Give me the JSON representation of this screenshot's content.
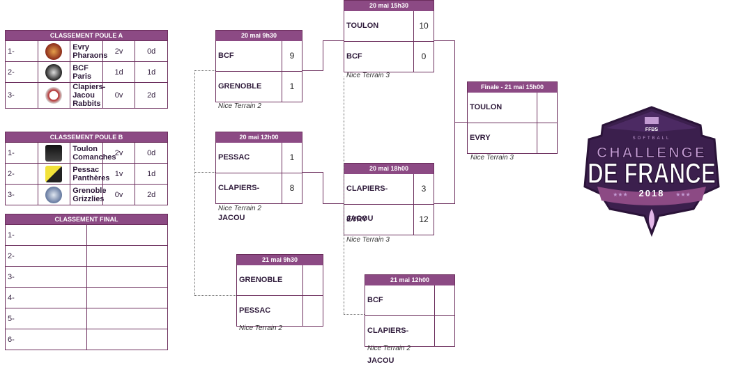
{
  "pool_a": {
    "title": "CLASSEMENT POULE A",
    "rows": [
      {
        "rank": "1-",
        "team": "Evry Pharaons",
        "w": "2v",
        "l": "0d"
      },
      {
        "rank": "2-",
        "team": "BCF Paris",
        "w": "1d",
        "l": "1d"
      },
      {
        "rank": "3-",
        "team": "Clapiers-Jacou Rabbits",
        "w": "0v",
        "l": "2d"
      }
    ]
  },
  "pool_b": {
    "title": "CLASSEMENT POULE B",
    "rows": [
      {
        "rank": "1-",
        "team": "Toulon Comanches",
        "w": "2v",
        "l": "0d"
      },
      {
        "rank": "2-",
        "team": "Pessac Panthères",
        "w": "1v",
        "l": "1d"
      },
      {
        "rank": "3-",
        "team": "Grenoble Grizzlies",
        "w": "0v",
        "l": "2d"
      }
    ]
  },
  "final_standing": {
    "title": "CLASSEMENT FINAL",
    "ranks": [
      "1-",
      "2-",
      "3-",
      "4-",
      "5-",
      "6-"
    ]
  },
  "matches": {
    "m1": {
      "date": "20 mai 9h30",
      "team1": "BCF",
      "score1": "9",
      "team2": "GRENOBLE",
      "score2": "1",
      "venue": "Nice Terrain 2"
    },
    "m2": {
      "date": "20 mai 12h00",
      "team1": "PESSAC",
      "score1": "1",
      "team2": "CLAPIERS-JACOU",
      "score2": "8",
      "venue": "Nice Terrain 2"
    },
    "m3": {
      "date": "20 mai 15h30",
      "team1": "TOULON",
      "score1": "10",
      "team2": "BCF",
      "score2": "0",
      "venue": "Nice Terrain 3"
    },
    "m4": {
      "date": "20 mai 18h00",
      "team1": "CLAPIERS-JACOU",
      "score1": "3",
      "team2": "EVRY",
      "score2": "12",
      "venue": "Nice Terrain 3"
    },
    "m5": {
      "date": "21 mai 9h30",
      "team1": "GRENOBLE",
      "score1": "",
      "team2": "PESSAC",
      "score2": "",
      "venue": "Nice Terrain 2"
    },
    "m6": {
      "date": "21 mai 12h00",
      "team1": "BCF",
      "score1": "",
      "team2": "CLAPIERS-JACOU",
      "score2": "",
      "venue": "Nice Terrain 2"
    },
    "final": {
      "date": "Finale - 21 mai 15h00",
      "team1": "TOULON",
      "score1": "",
      "team2": "EVRY",
      "score2": "",
      "venue": "Nice Terrain 3"
    }
  },
  "badge": {
    "federation": "FFBS",
    "sport": "SOFTBALL",
    "line1": "CHALLENGE",
    "line2": "DE FRANCE",
    "year": "2018"
  },
  "colors": {
    "accent": "#8c4a84",
    "badge_dark": "#3b1f4d",
    "badge_light": "#c39bd3"
  }
}
